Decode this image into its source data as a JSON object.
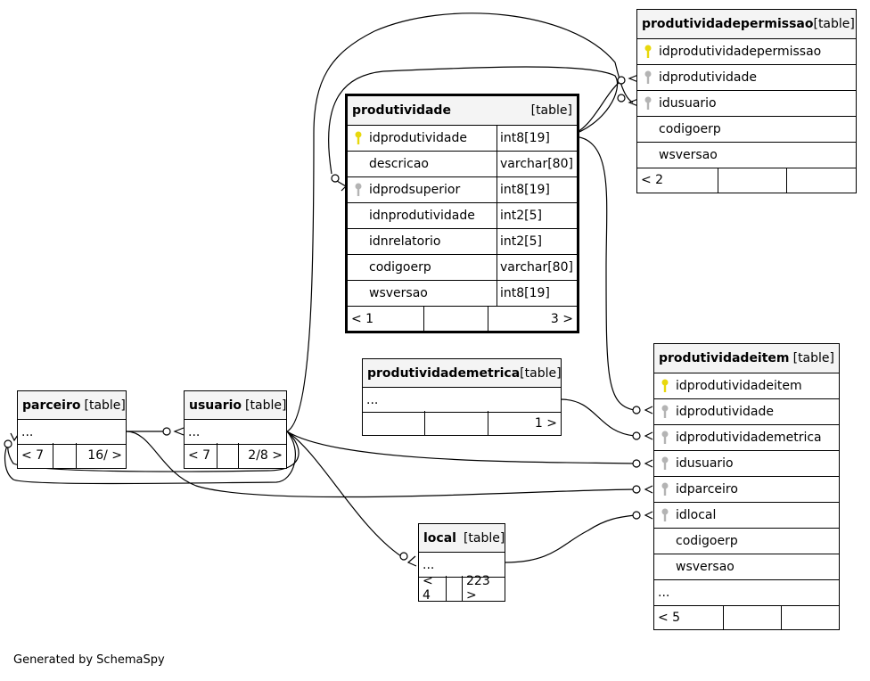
{
  "tables": {
    "produtividadepermissao": {
      "name": "produtividadepermissao",
      "kind": "[table]",
      "columns": [
        "idprodutividadepermissao",
        "idprodutividade",
        "idusuario",
        "codigoerp",
        "wsversao"
      ],
      "footer": [
        "< 2",
        "",
        ""
      ]
    },
    "produtividade": {
      "name": "produtividade",
      "kind": "[table]",
      "columns": [
        {
          "name": "idprodutividade",
          "type": "int8[19]"
        },
        {
          "name": "descricao",
          "type": "varchar[80]"
        },
        {
          "name": "idprodsuperior",
          "type": "int8[19]"
        },
        {
          "name": "idnprodutividade",
          "type": "int2[5]"
        },
        {
          "name": "idnrelatorio",
          "type": "int2[5]"
        },
        {
          "name": "codigoerp",
          "type": "varchar[80]"
        },
        {
          "name": "wsversao",
          "type": "int8[19]"
        }
      ],
      "footer": [
        "< 1",
        "",
        "3 >"
      ]
    },
    "produtividademetrica": {
      "name": "produtividademetrica",
      "kind": "[table]",
      "ellipsis": "...",
      "footer": [
        "",
        "",
        "1 >"
      ]
    },
    "produtividadeitem": {
      "name": "produtividadeitem",
      "kind": "[table]",
      "columns": [
        "idprodutividadeitem",
        "idprodutividade",
        "idprodutividademetrica",
        "idusuario",
        "idparceiro",
        "idlocal",
        "codigoerp",
        "wsversao"
      ],
      "ellipsis": "...",
      "footer": [
        "< 5",
        "",
        ""
      ]
    },
    "parceiro": {
      "name": "parceiro",
      "kind": "[table]",
      "ellipsis": "...",
      "footer": [
        "< 7",
        "",
        "16/ >"
      ]
    },
    "usuario": {
      "name": "usuario",
      "kind": "[table]",
      "ellipsis": "...",
      "footer": [
        "< 7",
        "",
        "2/8 >"
      ]
    },
    "local": {
      "name": "local",
      "kind": "[table]",
      "ellipsis": "...",
      "footer": [
        "< 4",
        "",
        "223 >"
      ]
    }
  },
  "key_colors": {
    "primary": "#e8d80c",
    "foreign": "#b4b4b4"
  },
  "credit": "Generated by SchemaSpy"
}
